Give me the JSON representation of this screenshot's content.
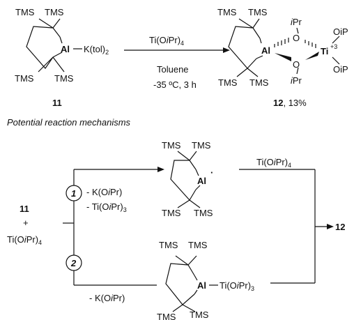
{
  "colors": {
    "ink": "#111111",
    "metal": "#6b6b6b"
  },
  "top_reaction": {
    "reagent_prefix": "Ti(O",
    "reagent_ipr": "i",
    "reagent_pr": "Pr)",
    "reagent_sub": "4",
    "solvent": "Toluene",
    "conditions": "-35 ºC, 3 h"
  },
  "compound_11": {
    "tms": "TMS",
    "al": "Al",
    "ligand_main": "K(tol)",
    "ligand_sub": "2",
    "number": "11"
  },
  "compound_12": {
    "tms": "TMS",
    "al": "Al",
    "o": "O",
    "ti": "Ti",
    "ti_charge": "+3",
    "ipr_i": "i",
    "ipr_pr": "Pr",
    "oip": "OiP",
    "number": "12",
    "yield": ", 13%"
  },
  "mechanism": {
    "heading": "Potential reaction mechanisms",
    "start_number": "11",
    "plus": "+",
    "start_reagent_prefix": "Ti(O",
    "start_reagent_i": "i",
    "start_reagent_pr": "Pr)",
    "start_reagent_sub": "4",
    "path1_label": "1",
    "path2_label": "2",
    "path1_loss1_prefix": "- K(O",
    "path1_loss1_i": "i",
    "path1_loss1_pr": "Pr)",
    "path1_loss2_prefix": "- Ti(O",
    "path1_loss2_i": "i",
    "path1_loss2_pr": "Pr)",
    "path1_loss2_sub": "3",
    "path1_reagent_prefix": "Ti(O",
    "path1_reagent_i": "i",
    "path1_reagent_pr": "Pr)",
    "path1_reagent_sub": "4",
    "radical_al": "Al",
    "radical_dot": "·",
    "path2_loss_prefix": "- K(O",
    "path2_loss_i": "i",
    "path2_loss_pr": "Pr)",
    "int2_al": "Al",
    "int2_ti": "Ti(O",
    "int2_i": "i",
    "int2_pr": "Pr)",
    "int2_sub": "3",
    "tms": "TMS",
    "product": "12"
  }
}
